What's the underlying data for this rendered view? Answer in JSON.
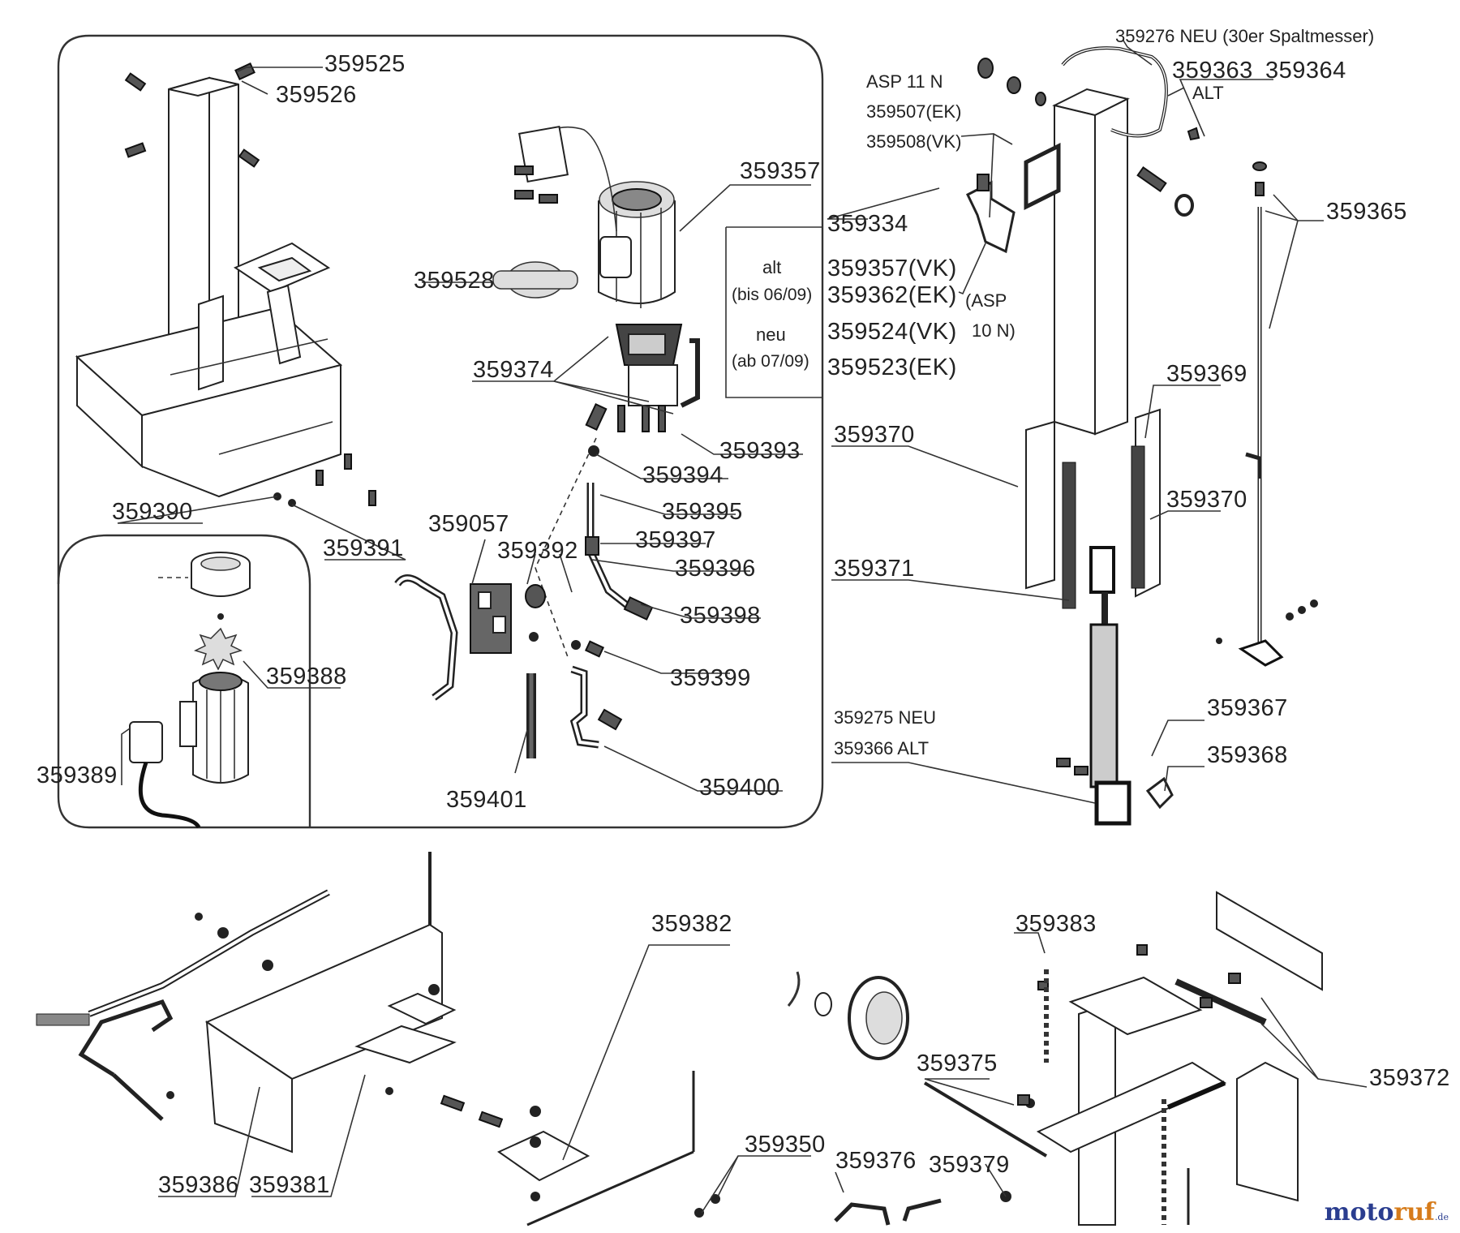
{
  "labels": {
    "p359525": "359525",
    "p359526": "359526",
    "p359357a": "359357",
    "p359528": "359528",
    "p359374": "359374",
    "p359393": "359393",
    "p359394": "359394",
    "p359395": "359395",
    "p359397": "359397",
    "p359396": "359396",
    "p359398": "359398",
    "p359399": "359399",
    "p359400": "359400",
    "p359401": "359401",
    "p359392": "359392",
    "p359057": "359057",
    "p359390": "359390",
    "p359391": "359391",
    "p359388": "359388",
    "p359389": "359389",
    "p359276": "359276 NEU (30er Spaltmesser)",
    "p359363": "359363",
    "p359363alt": "ALT",
    "p359364": "359364",
    "asp11": "ASP 11 N",
    "p359507": "359507(EK)",
    "p359508": "359508(VK)",
    "p359334": "359334",
    "alt": "alt",
    "alt_range": "(bis 06/09)",
    "p359357vk": "359357(VK)",
    "p359362": "359362(EK)",
    "asp10a": "(ASP",
    "asp10b": "10 N)",
    "neu": "neu",
    "neu_range": "(ab 07/09)",
    "p359524": "359524(VK)",
    "p359523": "359523(EK)",
    "p359365": "359365",
    "p359369": "359369",
    "p359370a": "359370",
    "p359370b": "359370",
    "p359371": "359371",
    "p359275": "359275 NEU",
    "p359366": "359366 ALT",
    "p359367": "359367",
    "p359368": "359368",
    "p359382": "359382",
    "p359383": "359383",
    "p359372": "359372",
    "p359375": "359375",
    "p359350": "359350",
    "p359376": "359376",
    "p359379": "359379",
    "p359386": "359386",
    "p359381": "359381"
  },
  "brand": {
    "name_a": "moto",
    "name_b": "ruf",
    "tld": ".de"
  }
}
